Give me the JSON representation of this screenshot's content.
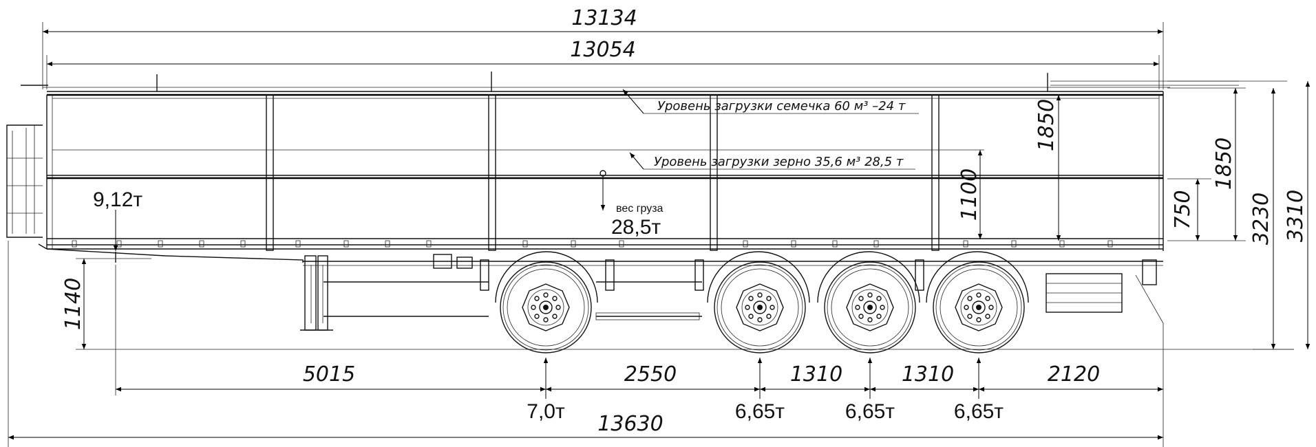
{
  "dimensions": {
    "overall_top": "13134",
    "body_length": "13054",
    "total_length": "13630",
    "kingpin_to_axle1": "5015",
    "axle1_to_axle2": "2550",
    "axle2_to_axle3": "1310",
    "axle3_to_axle4": "1310",
    "rear_overhang": "2120",
    "coupling_height": "1140",
    "side_height": "1850",
    "side_height_rear": "1850",
    "lower_board_height": "1100",
    "lower_board_rear": "750",
    "body_height": "3230",
    "total_height": "3310"
  },
  "loads": {
    "kingpin": "9,12т",
    "axle1": "7,0т",
    "axle2": "6,65т",
    "axle3": "6,65т",
    "axle4": "6,65т",
    "cargo_label": "вес груза",
    "cargo_value": "28,5т"
  },
  "notes": {
    "seed_level": "Уровень загрузки семечка  60 м³  –24 т",
    "grain_level": "Уровень загрузки зерно  35,6 м³  28,5 т"
  },
  "colors": {
    "line": "#111111",
    "background": "#ffffff"
  }
}
